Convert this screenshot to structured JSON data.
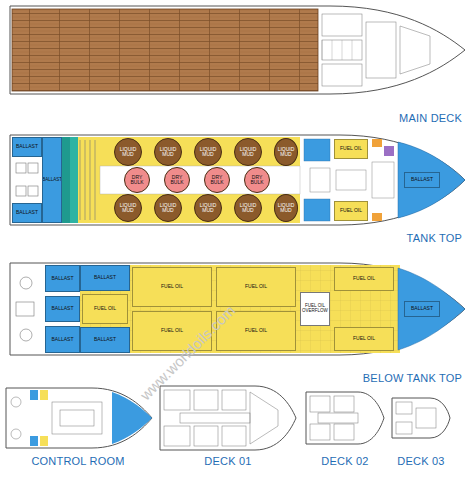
{
  "diagram": {
    "nodes": [
      {
        "text": [
          "BALLAST"
        ]
      },
      {
        "text": [
          "BALLAST"
        ]
      },
      {
        "text": [
          "BALLAST"
        ]
      },
      {
        "text": [
          "LIQUID MUD"
        ]
      },
      {
        "text": [
          "LIQUID MUD"
        ]
      },
      {
        "text": [
          "LIQUID MUD"
        ]
      },
      {
        "text": [
          "LIQUID MUD"
        ]
      },
      {
        "text": [
          "LIQUID MUD"
        ]
      },
      {
        "text": [
          "DRY BULK"
        ]
      },
      {
        "text": [
          "DRY BULK"
        ]
      },
      {
        "text": [
          "DRY BULK"
        ]
      },
      {
        "text": [
          "DRY BULK"
        ]
      },
      {
        "text": [
          "LIQUID MUD"
        ]
      },
      {
        "text": [
          "LIQUID MUD"
        ]
      },
      {
        "text": [
          "LIQUID MUD"
        ]
      },
      {
        "text": [
          "LIQUID MUD"
        ]
      },
      {
        "text": [
          "LIQUID MUD"
        ]
      },
      {
        "text": [
          "FUEL OIL"
        ]
      },
      {
        "text": [
          "FUEL OIL"
        ]
      },
      {
        "text": [
          "BALLAST"
        ]
      },
      {
        "text": [
          "BALLAST"
        ]
      },
      {
        "text": [
          "BALLAST"
        ]
      },
      {
        "text": [
          "BALLAST"
        ]
      },
      {
        "text": [
          "BALLAST"
        ]
      },
      {
        "text": [
          "BALLAST"
        ]
      },
      {
        "text": [
          "FUEL OIL"
        ]
      },
      {
        "text": [
          "FUEL OIL"
        ]
      },
      {
        "text": [
          "FUEL OIL"
        ]
      },
      {
        "text": [
          "FUEL OIL"
        ]
      },
      {
        "text": [
          "FUEL OIL"
        ]
      },
      {
        "text": [
          "FUEL OIL"
        ]
      },
      {
        "text": [
          "FUEL OIL"
        ]
      },
      {
        "text": [
          "FUEL OIL OVERFLOW"
        ]
      },
      {
        "text": [
          "BALLAST"
        ]
      }
    ],
    "labels": [
      "MAIN DECK",
      "TANK TOP",
      "BELOW TANK TOP",
      "CONTROL ROOM",
      "DECK 01",
      "DECK 02",
      "DECK 03",
      "www.worldoils.com"
    ]
  }
}
